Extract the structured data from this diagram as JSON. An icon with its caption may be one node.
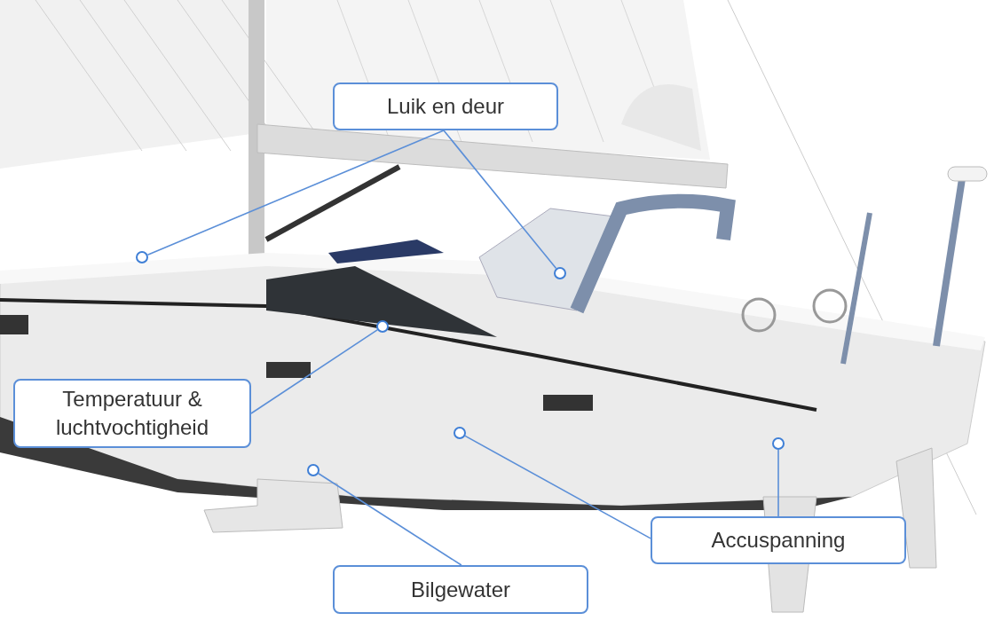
{
  "diagram": {
    "nodes": [
      {
        "text": [
          "Luik en deur"
        ]
      },
      {
        "text": [
          "Temperatuur & luchtvochtigheid"
        ]
      },
      {
        "text": [
          "Bilgewater"
        ]
      },
      {
        "text": [
          "Accuspanning"
        ]
      },
      {
        "text": [],
        "shape": "circle"
      },
      {
        "text": [],
        "shape": "circle"
      },
      {
        "text": [],
        "shape": "circle"
      },
      {
        "text": [],
        "shape": "circle"
      },
      {
        "text": [],
        "shape": "circle"
      },
      {
        "text": [],
        "shape": "circle"
      }
    ],
    "edges": [
      {
        "from": 0,
        "to": 4,
        "arrow": "none"
      },
      {
        "from": 0,
        "to": 8,
        "arrow": "none"
      },
      {
        "from": 1,
        "to": 6,
        "arrow": "none"
      },
      {
        "from": 2,
        "to": 5,
        "arrow": "none"
      },
      {
        "from": 3,
        "to": 7,
        "arrow": "none"
      },
      {
        "from": 3,
        "to": 9,
        "arrow": "none"
      }
    ]
  }
}
